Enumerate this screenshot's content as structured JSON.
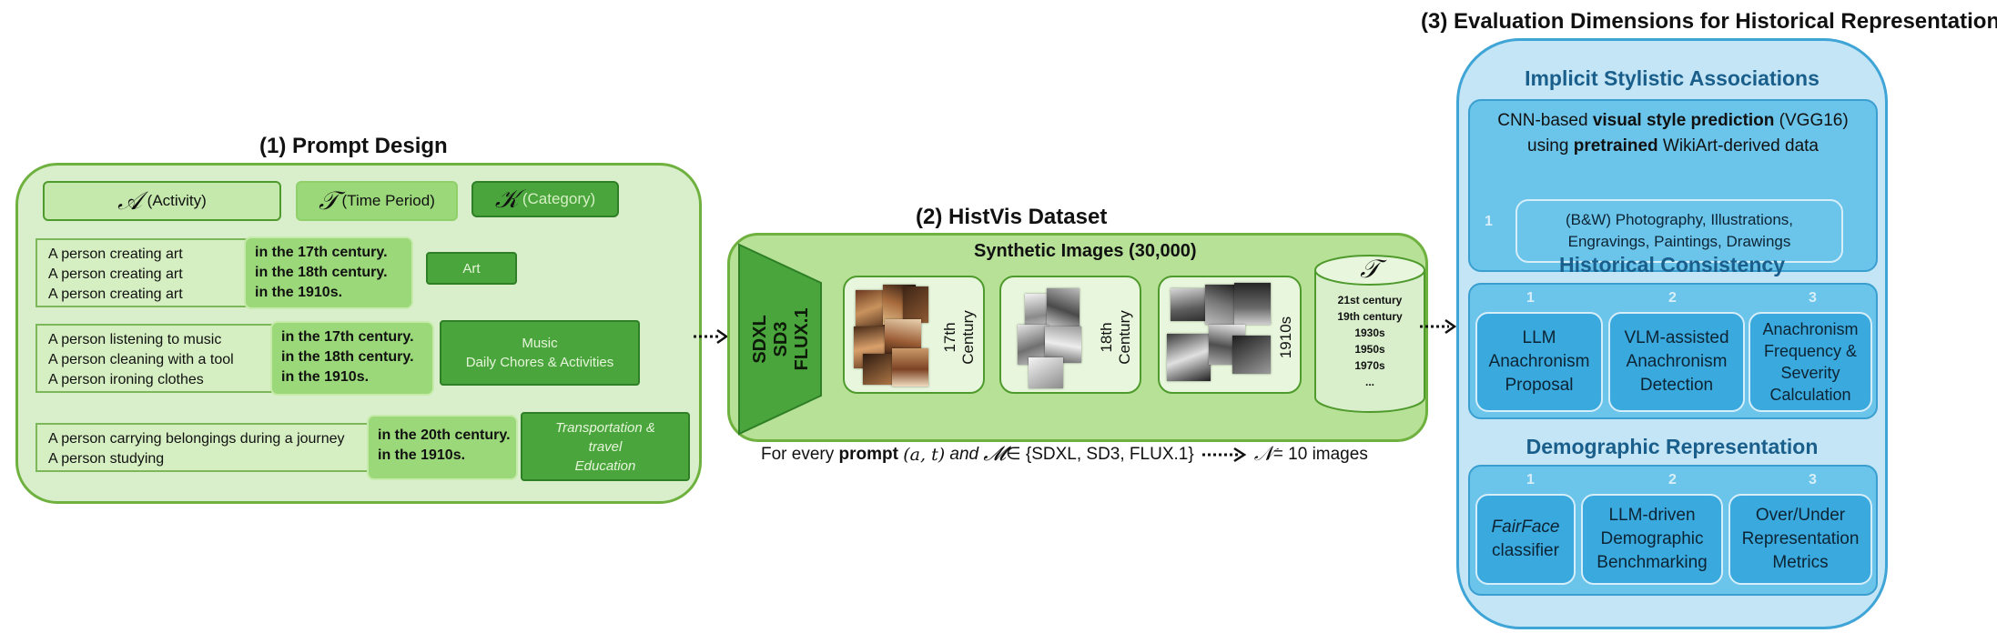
{
  "panel1": {
    "title": "(1) Prompt Design",
    "headers": [
      {
        "symbol": "𝒜",
        "label": "(Activity)"
      },
      {
        "symbol": "𝒯",
        "label": "(Time Period)"
      },
      {
        "symbol": "𝒦",
        "label": "(Category)"
      }
    ],
    "groups": [
      {
        "activities": [
          "A person creating art",
          "A person creating art",
          "A person creating art"
        ],
        "times": [
          "in the 17th century.",
          "in the 18th century.",
          "in the 1910s."
        ],
        "categories": [
          "Art"
        ]
      },
      {
        "activities": [
          "A person listening to music",
          "A person cleaning with a tool",
          "A person ironing clothes"
        ],
        "times": [
          "in the 17th century.",
          "in the 18th century.",
          "in the 1910s."
        ],
        "categories": [
          "Music",
          "Daily Chores & Activities"
        ]
      },
      {
        "activities": [
          "A person carrying belongings during a journey",
          "A person studying"
        ],
        "times": [
          "in the 20th century.",
          "in the 1910s."
        ],
        "categories": [
          "Transportation &",
          "travel",
          "Education"
        ]
      }
    ]
  },
  "panel2": {
    "title": "(2) HistVis Dataset",
    "subtitle": "Synthetic Images (30,000)",
    "models": [
      "SDXL",
      "SD3",
      "FLUX.1"
    ],
    "cards": [
      {
        "label_lines": [
          "17th",
          "Century"
        ]
      },
      {
        "label_lines": [
          "18th",
          "Century"
        ]
      },
      {
        "label_lines": [
          "1910s"
        ]
      }
    ],
    "db_symbol": "𝒯",
    "db_items": [
      "21st century",
      "19th century",
      "1930s",
      "1950s",
      "1970s",
      "..."
    ],
    "caption": {
      "prefix": "For every",
      "bold": "prompt",
      "vars": "(𝑎, 𝑡)",
      "and": "and",
      "model_var": "𝓜",
      "in": "∈",
      "models": "{SDXL, SD3, FLUX.1}",
      "n_symbol": "𝒩",
      "n_text": "= 10 images"
    }
  },
  "panel3": {
    "title": "(3) Evaluation Dimensions for Historical Representation",
    "sections": [
      {
        "title": "Implicit Stylistic Associations",
        "line1": [
          "CNN-based ",
          "visual style prediction",
          " (VGG16)"
        ],
        "line2": [
          "using ",
          "pretrained",
          " WikiArt-derived data"
        ],
        "number": "1",
        "box_lines": [
          "(B&W) Photography, Illustrations,",
          "Engravings, Paintings, Drawings"
        ]
      },
      {
        "title": "Historical Consistency",
        "items": [
          {
            "number": "1",
            "lines": [
              "LLM",
              "Anachronism",
              "Proposal"
            ]
          },
          {
            "number": "2",
            "lines": [
              "VLM-assisted",
              "Anachronism",
              "Detection"
            ]
          },
          {
            "number": "3",
            "lines": [
              "Anachronism",
              "Frequency &",
              "Severity",
              "Calculation"
            ]
          }
        ]
      },
      {
        "title": "Demographic Representation",
        "items": [
          {
            "number": "1",
            "lines": [
              "FairFace",
              "classifier"
            ]
          },
          {
            "number": "2",
            "lines": [
              "LLM-driven",
              "Demographic",
              "Benchmarking"
            ]
          },
          {
            "number": "3",
            "lines": [
              "Over/Under",
              "Representation",
              "Metrics"
            ]
          }
        ]
      }
    ]
  },
  "colors": {
    "green_panel": "#d9efcc",
    "green_border": "#6fb13f",
    "dark_green": "#4aa53d",
    "blue_panel": "#c3e5f5",
    "blue_box": "#39a9de",
    "blue_title": "#1a5f8c"
  }
}
